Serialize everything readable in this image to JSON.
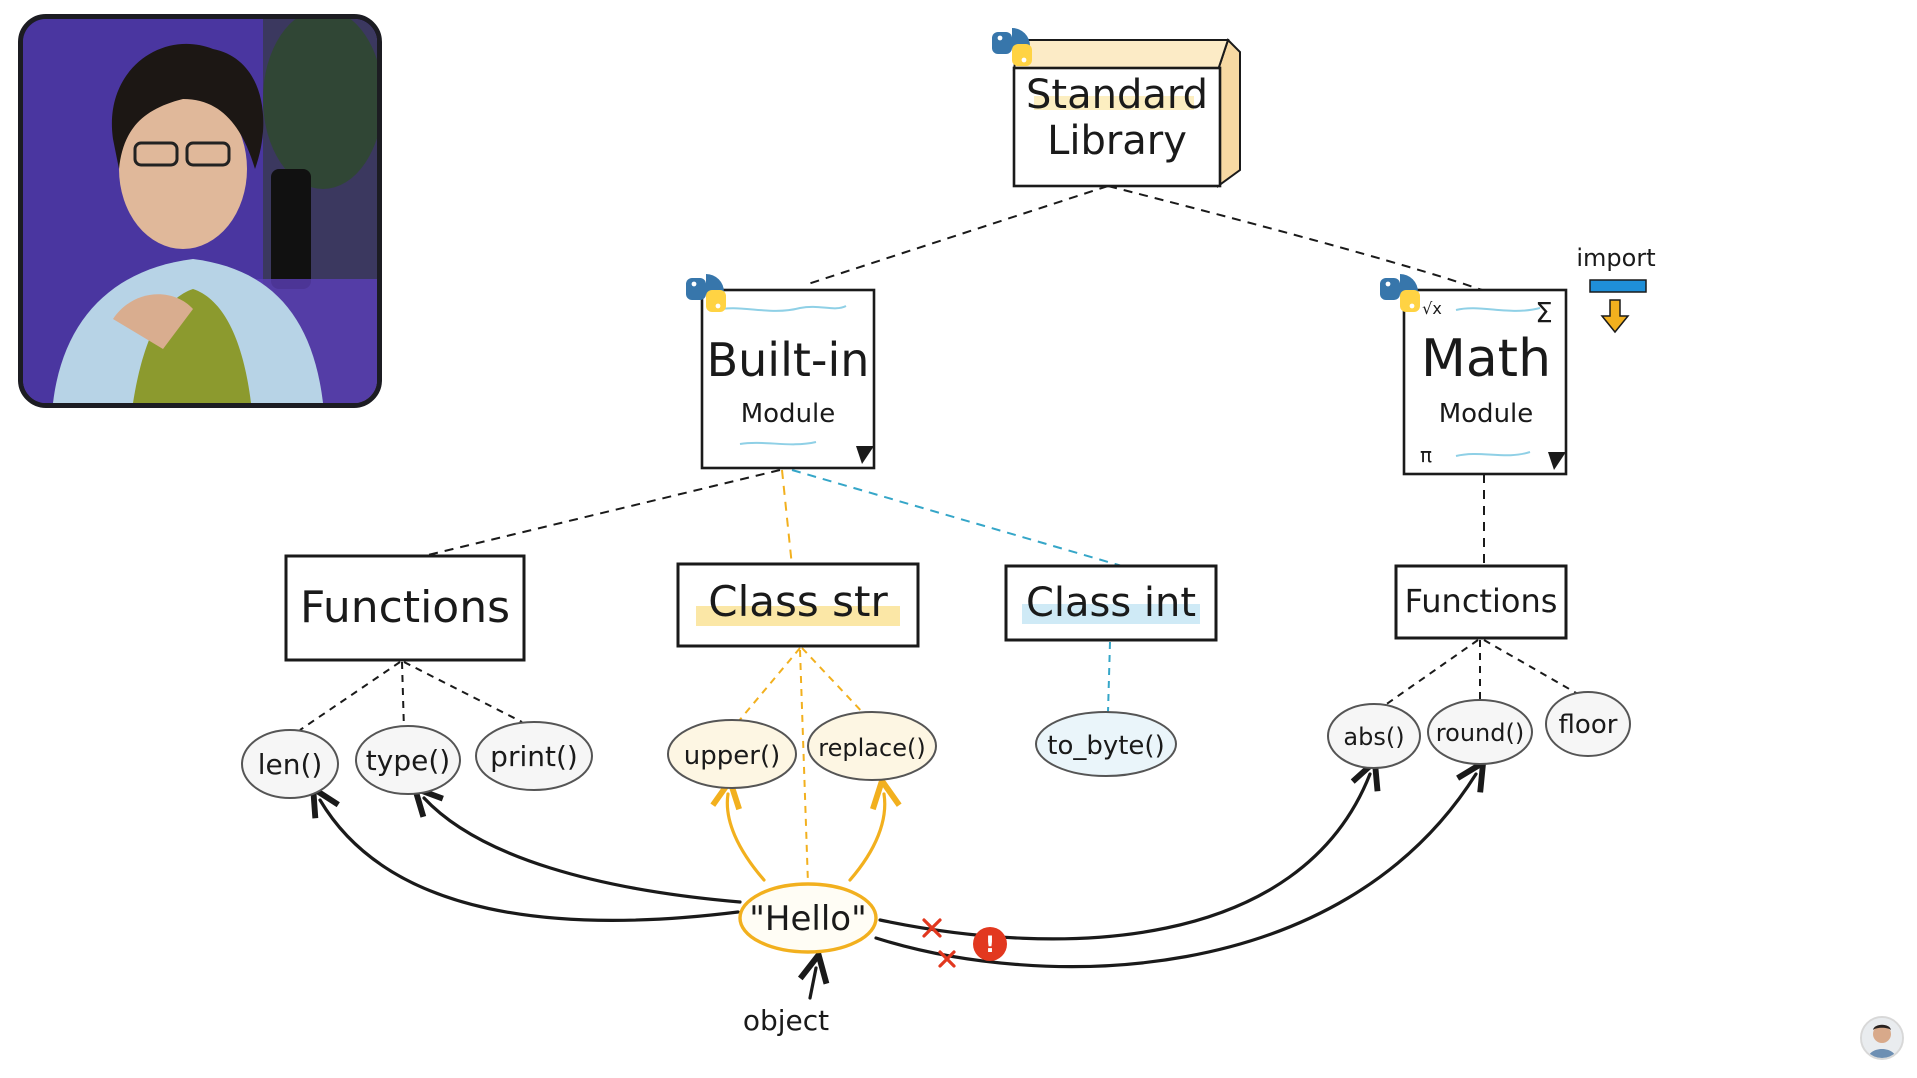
{
  "diagram": {
    "standard_library": {
      "line1": "Standard",
      "line2": "Library"
    },
    "builtin_module": {
      "title": "Built-in",
      "subtitle": "Module"
    },
    "math_module": {
      "title": "Math",
      "subtitle": "Module",
      "sqrt_symbol": "√x",
      "sigma_symbol": "Σ",
      "pi_symbol": "π"
    },
    "import_label": "import",
    "builtin_functions": {
      "label": "Functions",
      "items": [
        "len()",
        "type()",
        "print()"
      ]
    },
    "class_str": {
      "label": "Class str",
      "items": [
        "upper()",
        "replace()"
      ]
    },
    "class_int": {
      "label": "Class int",
      "items": [
        "to_byte()"
      ]
    },
    "math_functions": {
      "label": "Functions",
      "items": [
        "abs()",
        "round()",
        "floor"
      ]
    },
    "hello_object": "\"Hello\"",
    "object_label": "object",
    "error_badge": "!",
    "colors": {
      "ink": "#1a1a1a",
      "yellow": "#f2b01e",
      "blue": "#35a6c8",
      "highlight_yellow": "#fbe7a6",
      "highlight_blue": "#cfeaf6",
      "error_red": "#e2381f"
    }
  }
}
